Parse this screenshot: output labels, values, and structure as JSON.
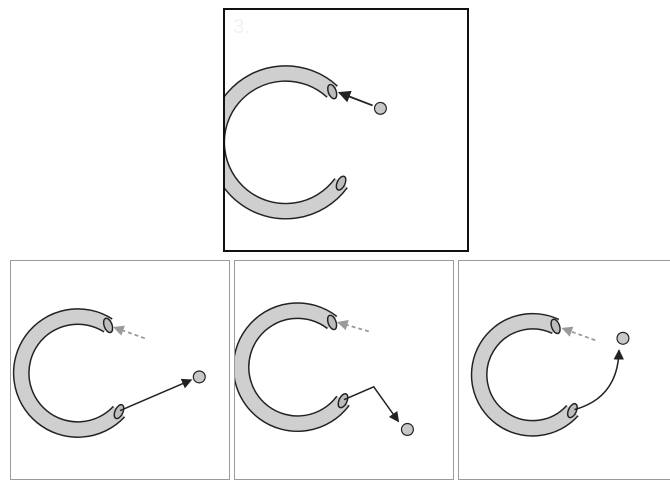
{
  "question": {
    "number_label": "3."
  },
  "colors": {
    "tube_fill": "#cfcfcf",
    "outline": "#222222",
    "ball_fill": "#c8c8c8",
    "hint_arrow": "#9a9a9a",
    "frame": "#111111",
    "option_frame": "#9a9a9a"
  },
  "icons": {
    "tube": "curved-tube-icon",
    "ball": "ball-icon",
    "arrow": "arrow-icon"
  },
  "options": [
    {
      "id": "a",
      "path_type": "straight-line-from-exit"
    },
    {
      "id": "b",
      "path_type": "bent-line-from-exit"
    },
    {
      "id": "c",
      "path_type": "curved-line-from-exit"
    }
  ]
}
